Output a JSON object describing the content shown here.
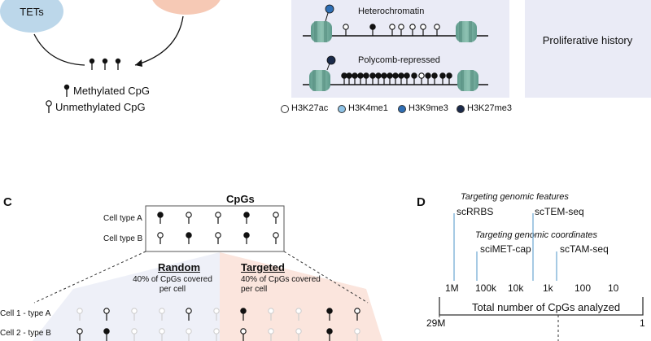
{
  "panel_a": {
    "enzyme_left": "TETs",
    "legend_methylated": "Methylated CpG",
    "legend_unmethylated": "Unmethylated CpG"
  },
  "panel_b": {
    "track1_label": "Heterochromatin",
    "track2_label": "Polycomb-repressed",
    "legend": [
      {
        "label": "H3K27ac",
        "color": "#ffffff"
      },
      {
        "label": "H3K4me1",
        "color": "#8fc3e6"
      },
      {
        "label": "H3K9me3",
        "color": "#2f6fb5"
      },
      {
        "label": "H3K27me3",
        "color": "#1b2a4a"
      }
    ],
    "side_box_label": "Proliferative history"
  },
  "panel_c": {
    "letter": "C",
    "title": "CpGs",
    "row_a": "Cell type A",
    "row_b": "Cell type B",
    "random_title": "Random",
    "random_sub": "40% of CpGs covered per cell",
    "targeted_title": "Targeted",
    "targeted_sub": "40% of CpGs covered per cell",
    "cell1": "Cell 1 - type A",
    "cell2": "Cell 2 - type B"
  },
  "panel_d": {
    "letter": "D",
    "header1": "Targeting genomic features",
    "header2": "Targeting genomic coordinates",
    "methods": [
      "scRRBS",
      "scTEM-seq",
      "sciMET-cap",
      "scTAM-seq"
    ],
    "ticks": [
      "1M",
      "100k",
      "10k",
      "1k",
      "100",
      "10"
    ],
    "axis_title": "Total number of CpGs analyzed",
    "left_end": "29M",
    "right_end": "1"
  }
}
